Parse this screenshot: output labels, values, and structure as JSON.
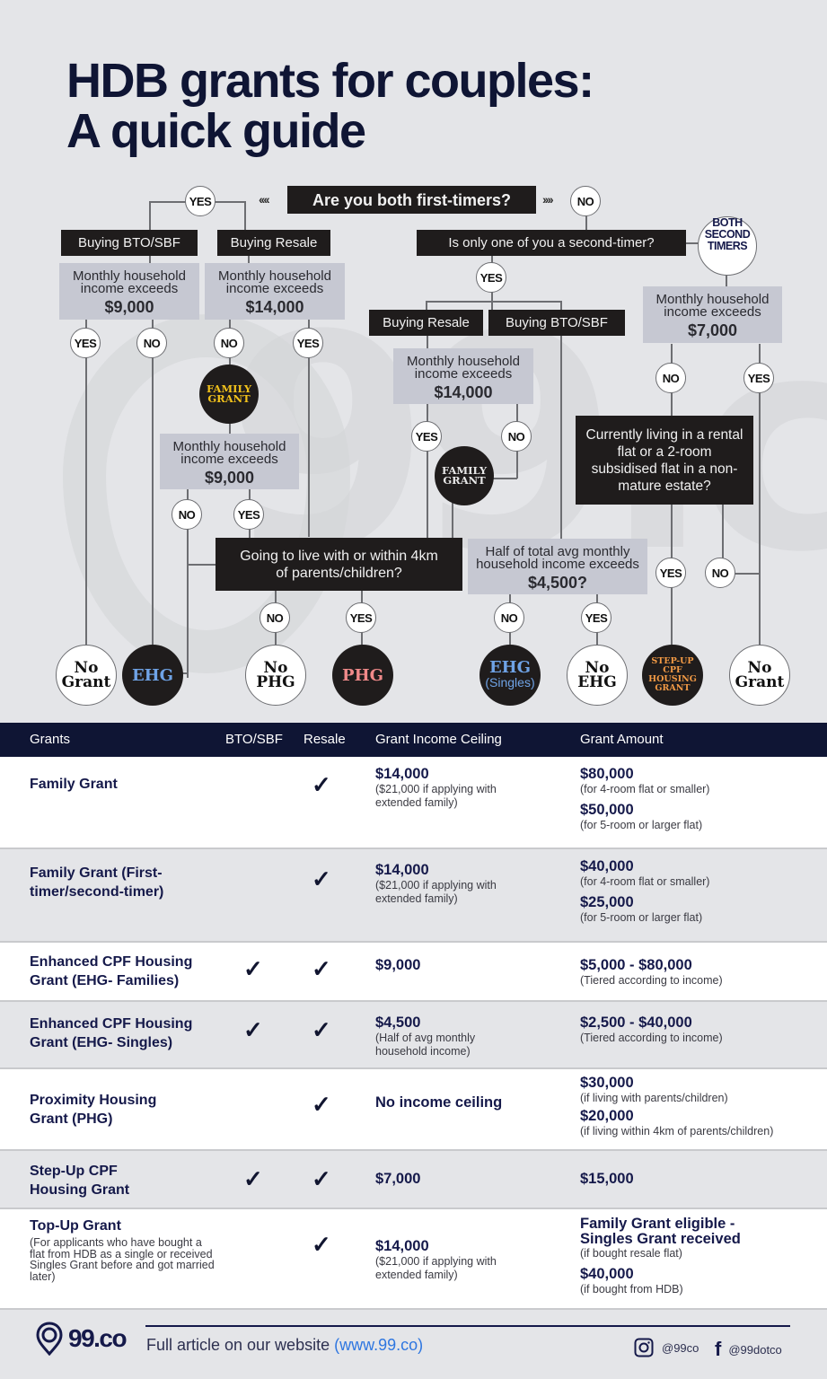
{
  "title": {
    "line1": "HDB grants for couples:",
    "line2": "A quick guide"
  },
  "flowchart": {
    "start_question": "Are you both first-timers?",
    "arrow_left": "‹‹‹‹",
    "arrow_right": "››››",
    "yes": "YES",
    "no": "NO",
    "both_second_timers": "BOTH SECOND TIMERS",
    "first_timers_branch": {
      "bto_label": "Buying BTO/SBF",
      "resale_label": "Buying Resale",
      "bto_income": {
        "text": "Monthly household income exceeds",
        "amount": "$9,000"
      },
      "resale_income": {
        "text": "Monthly household income exceeds",
        "amount": "$14,000"
      },
      "family_grant": "FAMILY GRANT",
      "second_income": {
        "text": "Monthly household income exceeds",
        "amount": "$9,000"
      }
    },
    "second_timer_question": "Is only one of you a second-timer?",
    "one_second_timer_branch": {
      "resale_label": "Buying Resale",
      "bto_label": "Buying BTO/SBF",
      "resale_income": {
        "text": "Monthly household income exceeds",
        "amount": "$14,000"
      },
      "family_grant": "FAMILY GRANT"
    },
    "both_second_timers_branch": {
      "income": {
        "text": "Monthly household income exceeds",
        "amount": "$7,000"
      },
      "question": "Currently living in a rental flat or a 2-room subsidised flat in a non-mature estate?"
    },
    "proximity_question": "Going to live with or within 4km of parents/children?",
    "singles_question": {
      "text": "Half of total avg monthly household income exceeds",
      "amount": "$4,500?"
    },
    "outcomes": {
      "no_grant_1": "No Grant",
      "ehg": "EHG",
      "no_phg": "No PHG",
      "phg": "PHG",
      "ehg_singles": "EHG",
      "ehg_singles_sub": "(Singles)",
      "no_ehg": "No EHG",
      "step_up": "STEP-UP CPF HOUSING GRANT",
      "no_grant_2": "No Grant"
    },
    "colors": {
      "family_grant_yellow": "#f2c21b",
      "ehg_blue": "#6fa3e6",
      "phg_pink": "#f08a8a",
      "step_up_orange": "#f29a45"
    }
  },
  "table": {
    "headers": [
      "Grants",
      "BTO/SBF",
      "Resale",
      "Grant Income Ceiling",
      "Grant Amount"
    ],
    "check_glyph": "✓",
    "rows": [
      {
        "name": "Family Grant",
        "bto": false,
        "resale": true,
        "ceiling": "$14,000",
        "ceiling_note": "($21,000 if applying with extended family)",
        "amounts": [
          {
            "value": "$80,000",
            "note": "(for 4-room flat or smaller)"
          },
          {
            "value": "$50,000",
            "note": "(for 5-room or larger flat)"
          }
        ]
      },
      {
        "name": "Family Grant (First-timer/second-timer)",
        "bto": false,
        "resale": true,
        "ceiling": "$14,000",
        "ceiling_note": "($21,000 if applying with extended family)",
        "amounts": [
          {
            "value": "$40,000",
            "note": "(for 4-room flat or smaller)"
          },
          {
            "value": "$25,000",
            "note": "(for 5-room or larger flat)"
          }
        ]
      },
      {
        "name": "Enhanced CPF Housing Grant (EHG- Families)",
        "bto": true,
        "resale": true,
        "ceiling": "$9,000",
        "ceiling_note": "",
        "amounts": [
          {
            "value": "$5,000 - $80,000",
            "note": "(Tiered according to income)"
          }
        ]
      },
      {
        "name": "Enhanced CPF Housing Grant (EHG- Singles)",
        "bto": true,
        "resale": true,
        "ceiling": "$4,500",
        "ceiling_note": "(Half of avg monthly household income)",
        "amounts": [
          {
            "value": "$2,500 - $40,000",
            "note": "(Tiered according to income)"
          }
        ]
      },
      {
        "name": "Proximity Housing Grant (PHG)",
        "bto": false,
        "resale": true,
        "ceiling": "No income ceiling",
        "ceiling_note": "",
        "amounts": [
          {
            "value": "$30,000",
            "note": "(if living with parents/children)"
          },
          {
            "value": "$20,000",
            "note": "(if living within 4km of parents/children)"
          }
        ]
      },
      {
        "name": "Step-Up CPF Housing Grant",
        "bto": true,
        "resale": true,
        "ceiling": "$7,000",
        "ceiling_note": "",
        "amounts": [
          {
            "value": "$15,000",
            "note": ""
          }
        ]
      },
      {
        "name": "Top-Up Grant",
        "name_note": "(For applicants who have bought a flat from HDB as a single or received Singles Grant before and got married later)",
        "bto": false,
        "resale": true,
        "ceiling": "$14,000",
        "ceiling_note": "($21,000 if applying with extended family)",
        "amounts": [
          {
            "value": "Family Grant eligible - Singles Grant received",
            "note": "(if bought resale flat)"
          },
          {
            "value": "$40,000",
            "note": "(if bought from HDB)"
          }
        ]
      }
    ]
  },
  "footer": {
    "brand": "99.co",
    "article_text": "Full article on our website",
    "article_link": "(www.99.co)",
    "instagram_handle": "@99co",
    "facebook_handle": "@99dotco",
    "facebook_glyph": "f"
  }
}
